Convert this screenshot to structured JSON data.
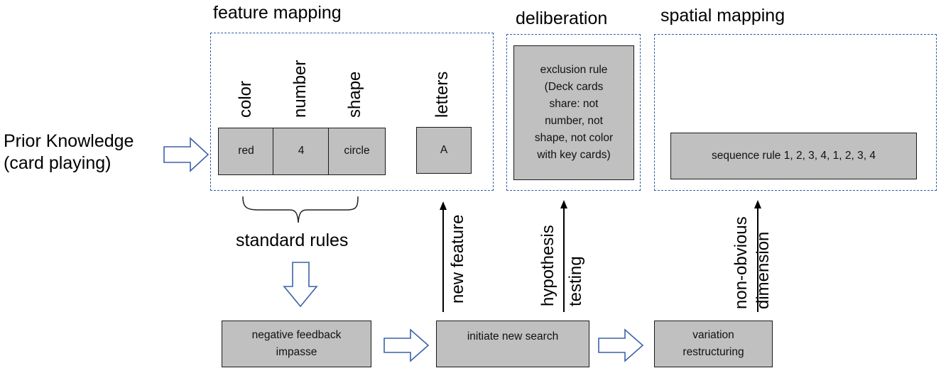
{
  "headings": {
    "feature_mapping": "feature mapping",
    "deliberation": "deliberation",
    "spatial_mapping": "spatial mapping"
  },
  "prior_knowledge": {
    "line1": "Prior Knowledge",
    "line2": "(card playing)"
  },
  "feature_columns": {
    "color": "color",
    "number": "number",
    "shape": "shape",
    "letters": "letters"
  },
  "feature_values": {
    "color": "red",
    "number": "4",
    "shape": "circle",
    "letters": "A"
  },
  "exclusion_rule": {
    "lines": [
      "exclusion rule",
      "(Deck cards",
      "share: not",
      "number, not",
      "shape, not color",
      "with key cards)"
    ]
  },
  "sequence_rule": "sequence rule 1, 2, 3, 4, 1, 2, 3, 4",
  "standard_rules": "standard rules",
  "vertical_labels": {
    "new_feature": "new feature",
    "hypothesis": "hypothesis",
    "testing": "testing",
    "non_obvious": "non-obvious",
    "dimension": "dimension"
  },
  "bottom_boxes": {
    "negative_feedback": [
      "negative feedback",
      "impasse"
    ],
    "initiate_search": "initiate new search",
    "variation": [
      "variation",
      "restructuring"
    ]
  },
  "colors": {
    "dashed_border": "#2e5ea8",
    "box_fill": "#c0c0c0",
    "arrow_outline": "#3a62a8"
  }
}
